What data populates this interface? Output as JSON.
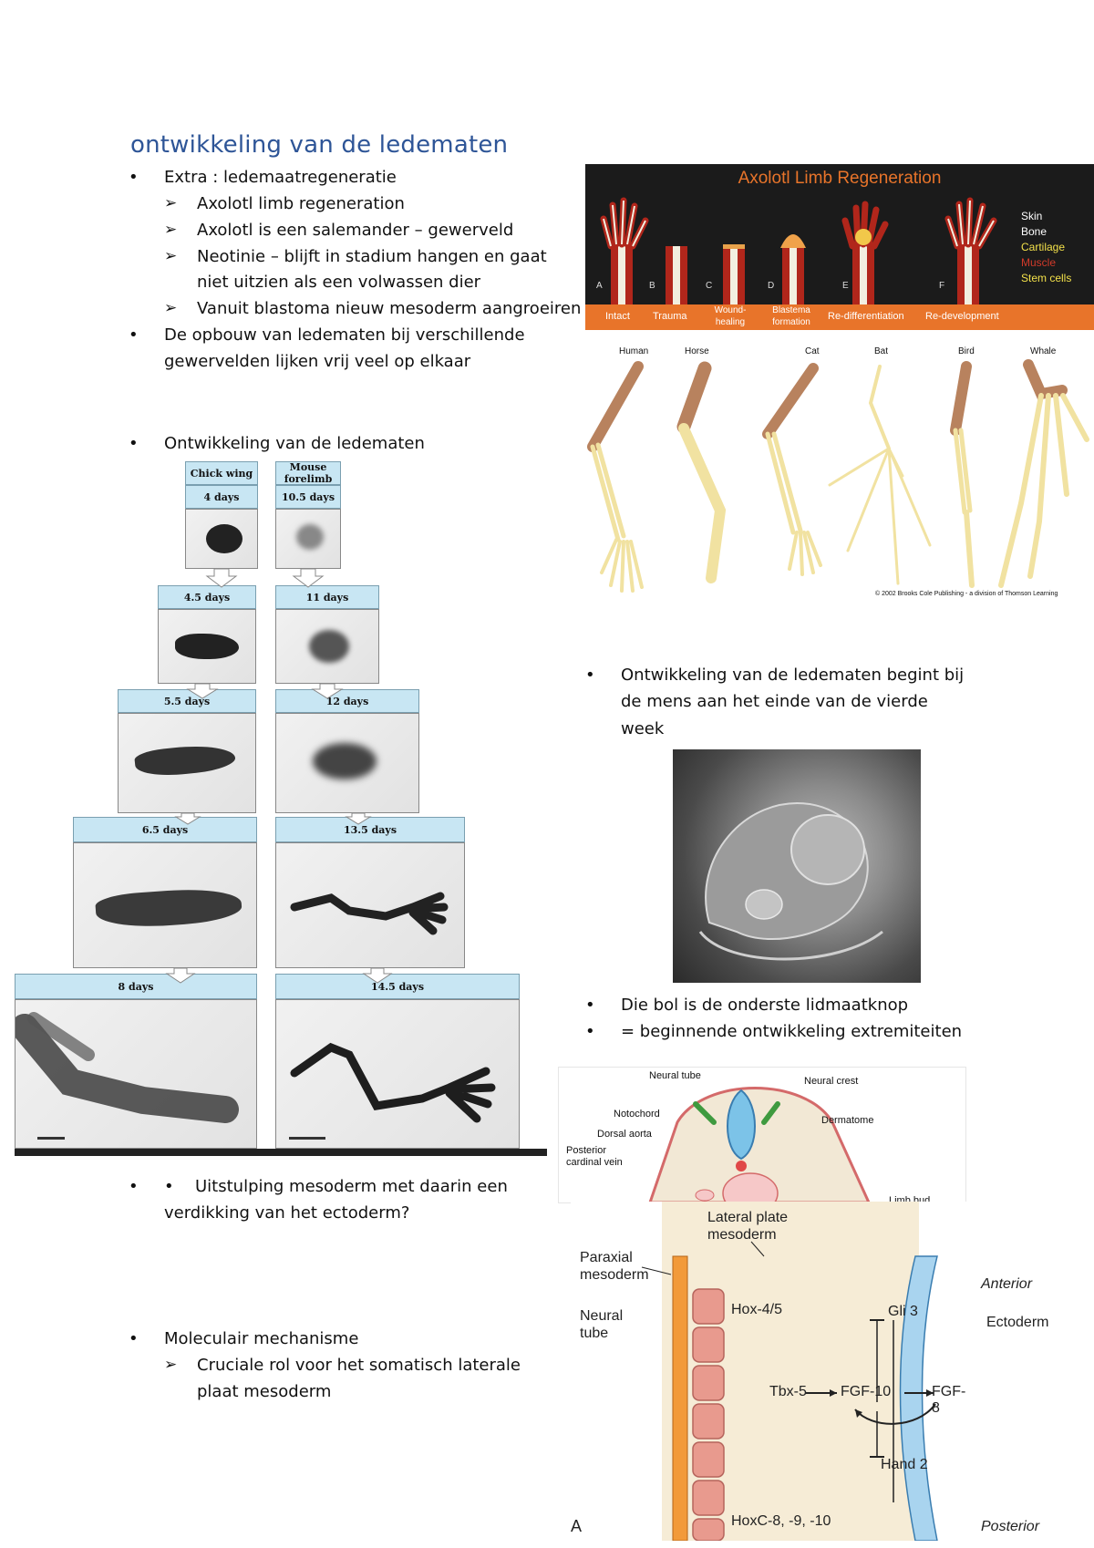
{
  "heading": "ontwikkeling van de ledematen",
  "left_bullets": {
    "b1": "Extra : ledemaatregeneratie",
    "b1_sub1": "Axolotl limb regeneration",
    "b1_sub2": "Axolotl is een salemander – gewerveld",
    "b1_sub3_l1": "Neotinie – blijft in stadium hangen en gaat",
    "b1_sub3_l2": "niet uitzien als een volwassen dier",
    "b1_sub4": "Vanuit blastoma nieuw mesoderm aangroeiren",
    "b2_l1": "De opbouw van ledematen bij verschillende",
    "b2_l2": "gewervelden lijken vrij veel op elkaar",
    "b3": "Ontwikkeling van de ledematen",
    "b4_l1": "Uitstulping mesoderm met daarin een",
    "b4_l2": "verdikking van het ectoderm?",
    "b5": "Moleculair mechanisme",
    "b5_sub1_l1": "Cruciale rol voor het somatisch laterale",
    "b5_sub1_l2": "plaat mesoderm"
  },
  "right_bullets": {
    "r1_l1": "Ontwikkeling van de ledematen begint bij",
    "r1_l2": "de mens aan het einde van de vierde",
    "r1_l3": "week",
    "r2": "Die bol is de onderste lidmaatknop",
    "r3": "= beginnende ontwikkeling extremiteiten"
  },
  "axolotl": {
    "title": "Axolotl Limb Regeneration",
    "legend": [
      "Skin",
      "Bone",
      "Cartilage",
      "Muscle",
      "Stem cells"
    ],
    "legend_colors": [
      "#ffffff",
      "#ffffff",
      "#f2e04a",
      "#d23a2a",
      "#f2e04a"
    ],
    "panel_letters": [
      "A",
      "B",
      "C",
      "D",
      "E",
      "F"
    ],
    "stages": [
      "Intact",
      "Trauma",
      "Wound-\nhealing",
      "Blastema\nformation",
      "Re-differentiation",
      "Re-development"
    ],
    "accent": "#e8742a"
  },
  "limbs": {
    "animals": [
      "Human",
      "Horse",
      "Cat",
      "Bat",
      "Bird",
      "Whale"
    ],
    "credit": "© 2002 Brooks Cole Publishing - a division of Thomson Learning"
  },
  "embryo_series": {
    "col1_header": "Chick wing",
    "col2_header": "Mouse forelimb",
    "col1_days": [
      "4 days",
      "4.5 days",
      "5.5 days",
      "6.5 days",
      "8 days"
    ],
    "col2_days": [
      "10.5 days",
      "11 days",
      "12 days",
      "13.5 days",
      "14.5 days"
    ]
  },
  "section_diagram": {
    "labels": [
      "Neural tube",
      "Neural crest",
      "Notochord",
      "Dermatome",
      "Dorsal aorta",
      "Posterior cardinal vein",
      "Limb bud"
    ]
  },
  "molecular_diagram": {
    "lateral_plate": "Lateral plate mesoderm",
    "paraxial": "Paraxial mesoderm",
    "neural_tube": "Neural tube",
    "anterior": "Anterior",
    "ectoderm": "Ectoderm",
    "posterior": "Posterior",
    "hox45": "Hox-4/5",
    "gli3": "Gli 3",
    "tbx5": "Tbx-5",
    "fgf10": "FGF-10",
    "fgf8": "FGF-8",
    "hand2": "Hand 2",
    "hoxc": "HoxC-8, -9, -10",
    "panel": "A"
  }
}
